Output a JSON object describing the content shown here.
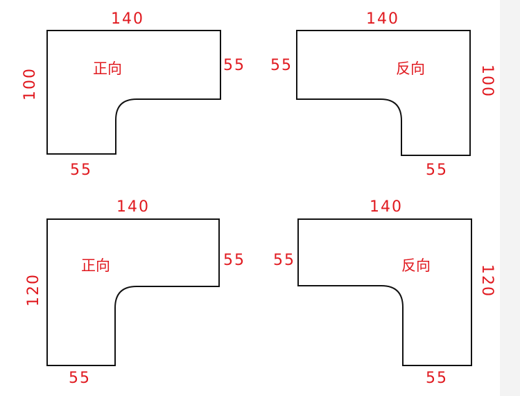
{
  "panels": [
    {
      "width": "140",
      "top_right": "55",
      "height": "100",
      "bottom": "55",
      "direction": "正向"
    },
    {
      "width": "140",
      "top_left": "55",
      "height": "100",
      "bottom": "55",
      "direction": "反向"
    },
    {
      "width": "140",
      "top_right": "55",
      "height": "120",
      "bottom": "55",
      "direction": "正向"
    },
    {
      "width": "140",
      "top_left": "55",
      "height": "120",
      "bottom": "55",
      "direction": "反向"
    }
  ],
  "colors": {
    "label": "#e0191f",
    "outline": "#111111"
  }
}
